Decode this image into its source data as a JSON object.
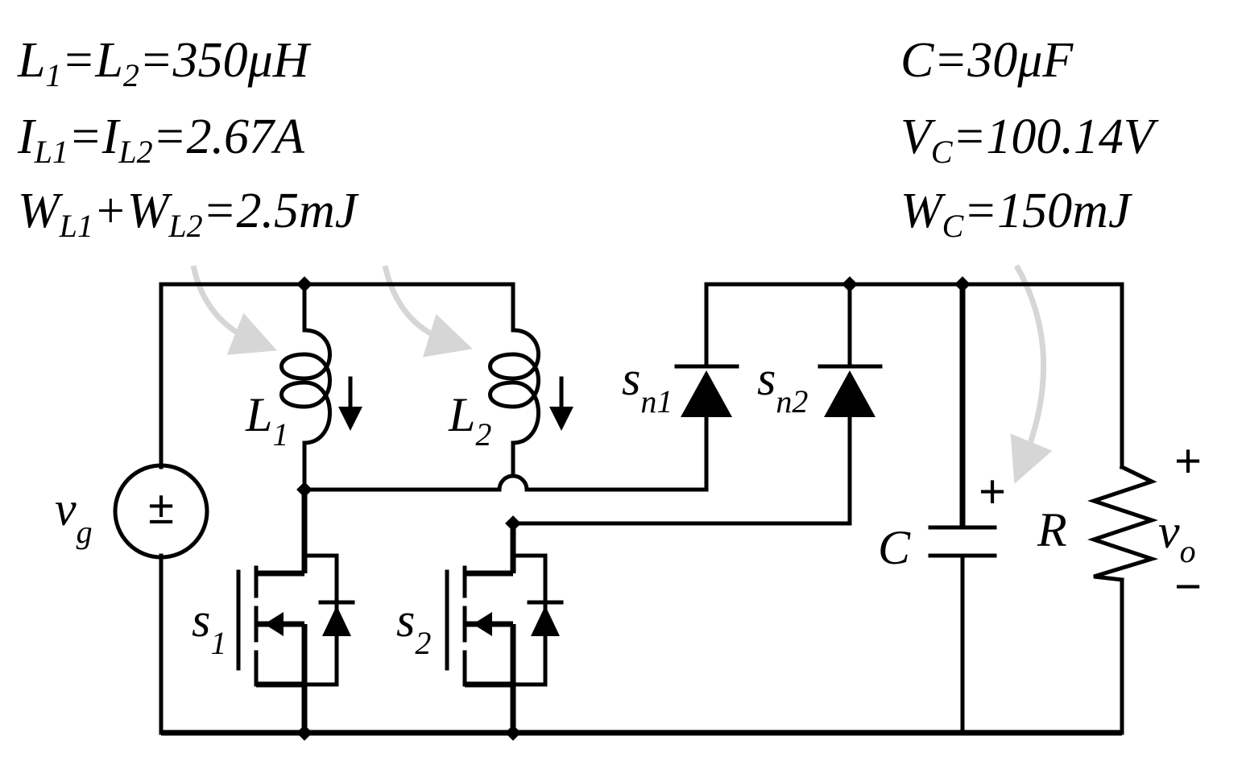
{
  "params_left": {
    "line1": {
      "a": "L",
      "a_sub": "1",
      "b": "=L",
      "b_sub": "2",
      "c": "=350μH"
    },
    "line2": {
      "a": "I",
      "a_sub": "L1",
      "b": "=I",
      "b_sub": "L2",
      "c": "=2.67A"
    },
    "line3": {
      "a": "W",
      "a_sub": "L1",
      "b": "+W",
      "b_sub": "L2",
      "c": "=2.5mJ"
    }
  },
  "params_right": {
    "line1": {
      "a": "C=30μF"
    },
    "line2": {
      "a": "V",
      "a_sub": "C",
      "b": "=100.14V"
    },
    "line3": {
      "a": "W",
      "a_sub": "C",
      "b": "=150mJ"
    }
  },
  "components": {
    "source": {
      "label": "v",
      "sub": "g",
      "symbol": "±"
    },
    "inductor1": {
      "label": "L",
      "sub": "1"
    },
    "inductor2": {
      "label": "L",
      "sub": "2"
    },
    "switch1": {
      "label": "s",
      "sub": "1"
    },
    "switch2": {
      "label": "s",
      "sub": "2"
    },
    "diode1": {
      "label": "s",
      "sub": "n1"
    },
    "diode2": {
      "label": "s",
      "sub": "n2"
    },
    "capacitor": {
      "label": "C",
      "polarity": "+"
    },
    "resistor": {
      "label": "R"
    },
    "output": {
      "label": "v",
      "sub": "o",
      "plus": "+",
      "minus": "−"
    }
  },
  "colors": {
    "wire": "#000000",
    "energy_arrow": "#d6d6d6"
  }
}
